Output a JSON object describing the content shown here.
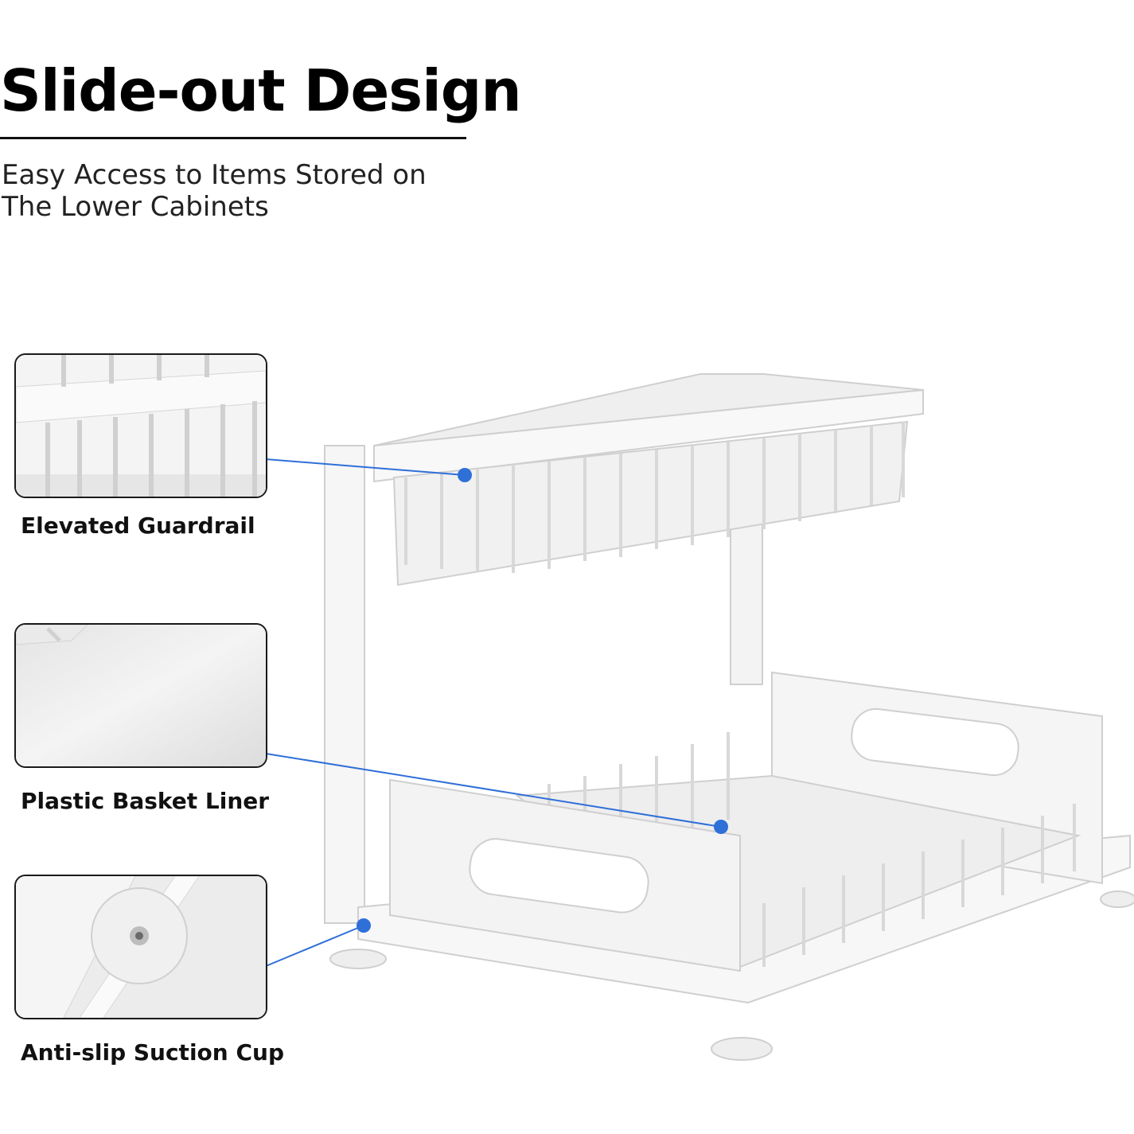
{
  "header": {
    "title": "Slide-out Design",
    "subtitle_line1": "Easy Access to Items Stored on",
    "subtitle_line2": "The Lower Cabinets"
  },
  "features": [
    {
      "label": "Elevated Guardrail",
      "icon": "wire-guardrail-closeup"
    },
    {
      "label": "Plastic Basket Liner",
      "icon": "basket-liner-closeup"
    },
    {
      "label": "Anti-slip Suction Cup",
      "icon": "suction-cup-closeup"
    }
  ],
  "colors": {
    "callout": "#2f6fd8",
    "frame": "#f4f4f4",
    "outline": "#cfcfcf"
  }
}
